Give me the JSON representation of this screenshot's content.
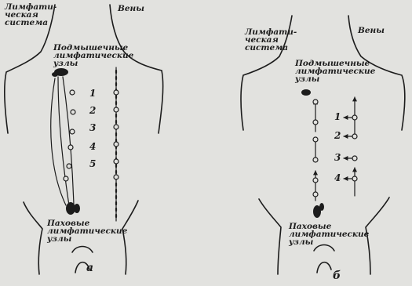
{
  "panels": [
    {
      "id": "a",
      "letter": "а",
      "lymph_label": "Лимфати-\nческая\nсистема",
      "veins_label": "Вены",
      "axillary_label": "Подмышечные\nлимфатические\nузлы",
      "inguinal_label": "Паховые\nлимфатические\nузлы",
      "numbers": [
        "1",
        "2",
        "3",
        "4",
        "5"
      ]
    },
    {
      "id": "b",
      "letter": "б",
      "lymph_label": "Лимфати-\nческая\nсистема",
      "veins_label": "Вены",
      "axillary_label": "Подмышечные\nлимфатические\nузлы",
      "inguinal_label": "Паховые\nлимфатические\nузлы",
      "numbers": [
        "1",
        "2",
        "3",
        "4"
      ]
    }
  ]
}
